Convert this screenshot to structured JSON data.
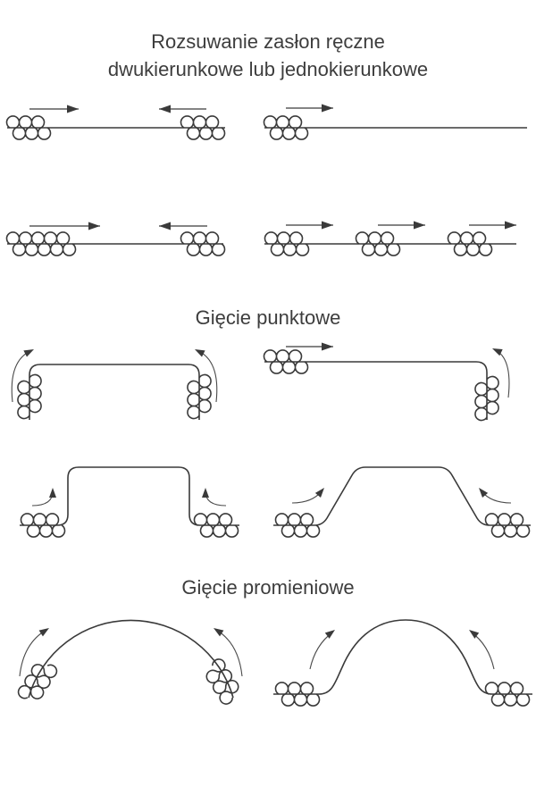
{
  "page": {
    "background": "#ffffff",
    "line_color": "#3a3a3a",
    "arrow_color": "#3a3a3a",
    "curved_arrow_color": "#4a4a4a",
    "text_color": "#3d3d3d"
  },
  "headings": {
    "main_title_line1": "Rozsuwanie zasłon ręczne",
    "main_title_line2": "dwukierunkowe lub jednokierunkowe",
    "section_point_bending": "Gięcie punktowe",
    "section_radial_bending": "Gięcie promieniowe"
  },
  "icons": {
    "coil": "curtain-stack-coil-icon",
    "straight_arrow": "direction-arrow-icon",
    "curved_arrow": "bend-direction-arrow-icon"
  },
  "diagrams": [
    {
      "name": "two-sided-center-opening-track"
    },
    {
      "name": "one-sided-opening-track"
    },
    {
      "name": "two-sided-track-wide-stack"
    },
    {
      "name": "multi-panel-one-direction-track"
    },
    {
      "name": "track-both-ends-bent-90"
    },
    {
      "name": "track-one-end-bent-90"
    },
    {
      "name": "track-raised-center-right-angle-bends"
    },
    {
      "name": "track-raised-center-angled-bends"
    },
    {
      "name": "radius-curved-track"
    },
    {
      "name": "arched-track-straight-ends"
    }
  ]
}
